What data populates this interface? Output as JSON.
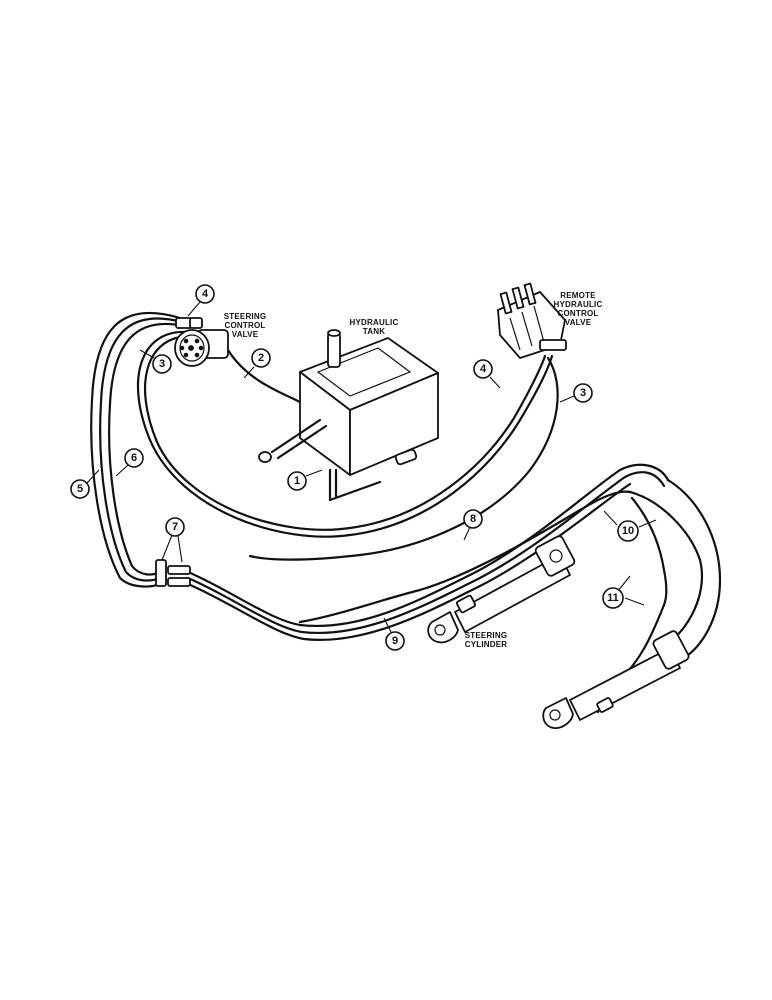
{
  "labels": {
    "steering_control_valve": [
      "STEERING",
      "CONTROL",
      "VALVE"
    ],
    "hydraulic_tank": [
      "HYDRAULIC",
      "TANK"
    ],
    "remote_hydraulic_control_valve": [
      "REMOTE",
      "HYDRAULIC",
      "CONTROL",
      "VALVE"
    ],
    "steering_cylinder": [
      "STEERING",
      "CYLINDER"
    ]
  },
  "callouts": {
    "c1": "1",
    "c2": "2",
    "c3_left": "3",
    "c3_right": "3",
    "c4_top": "4",
    "c4_mid": "4",
    "c5": "5",
    "c6": "6",
    "c7": "7",
    "c8": "8",
    "c9": "9",
    "c10": "10",
    "c11": "11"
  }
}
